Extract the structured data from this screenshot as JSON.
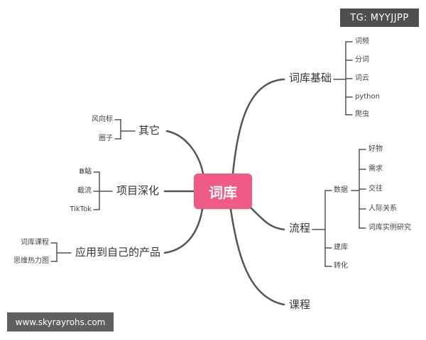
{
  "central": "词库",
  "branches": {
    "basics": {
      "label": "词库基础",
      "children": [
        "词频",
        "分词",
        "词云",
        "python",
        "爬虫"
      ]
    },
    "process": {
      "label": "流程",
      "data_node": {
        "label": "数据",
        "children": [
          "好物",
          "需求",
          "交往",
          "人际关系",
          "词库实例研究"
        ]
      },
      "build": "建库",
      "convert": "转化"
    },
    "course": {
      "label": "课程"
    },
    "other": {
      "label": "其它",
      "children": [
        "风向标",
        "圈子"
      ]
    },
    "deepen": {
      "label": "项目深化",
      "children": [
        "B站",
        "截流",
        "TikTok"
      ]
    },
    "apply": {
      "label": "应用到自己的产品",
      "children": [
        "词库课程",
        "思维热力图"
      ]
    }
  },
  "watermarks": {
    "telegram": "TG: MYYJJPP",
    "site": "www.skyrayrohs.com"
  },
  "colors": {
    "central_fill": "#f05a86",
    "line": "#555555",
    "text": "#333333"
  }
}
